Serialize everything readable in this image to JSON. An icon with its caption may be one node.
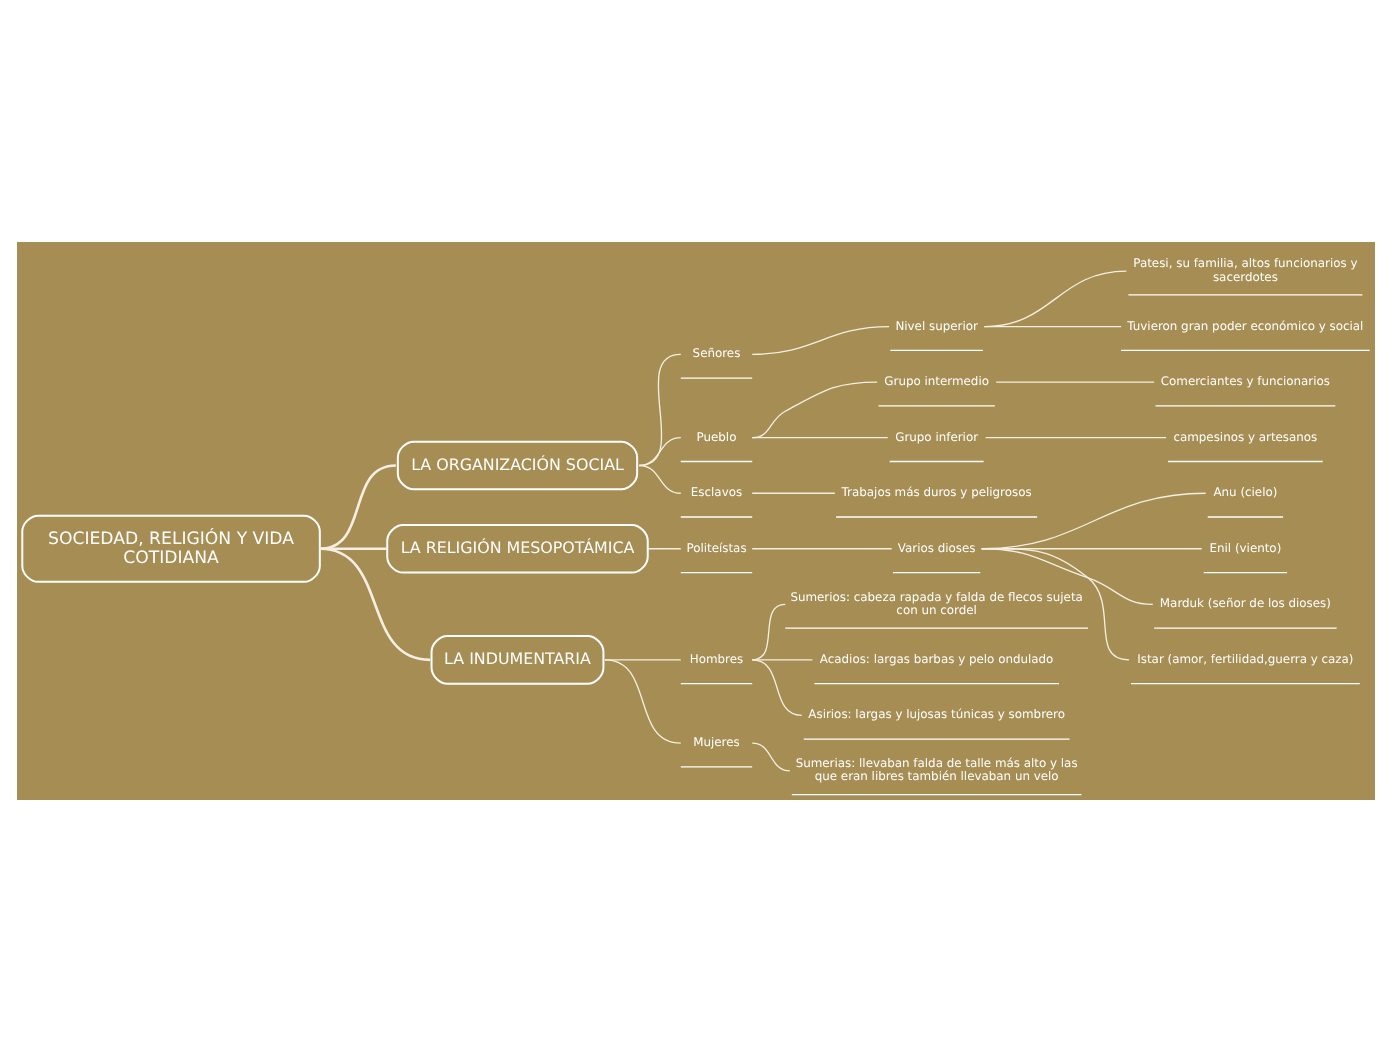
{
  "diagram": {
    "nodes": [
      {
        "text": [
          "SOCIEDAD, RELIGIÓN Y VIDA COTIDIANA"
        ]
      },
      {
        "text": [
          "LA ORGANIZACIÓN SOCIAL"
        ]
      },
      {
        "text": [
          "Señores"
        ]
      },
      {
        "text": [
          "Nivel superior"
        ]
      },
      {
        "text": [
          "Patesi, su familia, altos funcionarios y sacerdotes"
        ]
      },
      {
        "text": [
          "Tuvieron gran poder económico y social"
        ]
      },
      {
        "text": [
          "Pueblo"
        ]
      },
      {
        "text": [
          "Grupo intermedio"
        ]
      },
      {
        "text": [
          "Comerciantes y funcionarios"
        ]
      },
      {
        "text": [
          "Grupo inferior"
        ]
      },
      {
        "text": [
          "campesinos y artesanos"
        ]
      },
      {
        "text": [
          "Esclavos"
        ]
      },
      {
        "text": [
          "Trabajos más duros y peligrosos"
        ]
      },
      {
        "text": [
          "LA RELIGIÓN MESOPOTÁMICA"
        ]
      },
      {
        "text": [
          "Politeístas"
        ]
      },
      {
        "text": [
          "Varios dioses"
        ]
      },
      {
        "text": [
          "Anu (cielo)"
        ]
      },
      {
        "text": [
          "Enil (viento)"
        ]
      },
      {
        "text": [
          "Marduk (señor de los dioses)"
        ]
      },
      {
        "text": [
          "Istar (amor, fertilidad,guerra y caza)"
        ]
      },
      {
        "text": [
          "LA INDUMENTARIA"
        ]
      },
      {
        "text": [
          "Hombres"
        ]
      },
      {
        "text": [
          "Sumerios: cabeza rapada y falda de flecos sujeta con un cordel"
        ]
      },
      {
        "text": [
          "Acadios: largas barbas y pelo ondulado"
        ]
      },
      {
        "text": [
          "Asirios: largas y lujosas túnicas y sombrero"
        ]
      },
      {
        "text": [
          "Mujeres"
        ]
      },
      {
        "text": [
          "Sumerias: llevaban falda de talle más alto y las que eran libres también llevaban un velo"
        ]
      }
    ],
    "edges": [
      {
        "from": 0,
        "to": 1,
        "arrow": "none"
      },
      {
        "from": 1,
        "to": 2,
        "arrow": "none"
      },
      {
        "from": 2,
        "to": 3,
        "arrow": "none"
      },
      {
        "from": 3,
        "to": 4,
        "arrow": "none"
      },
      {
        "from": 3,
        "to": 5,
        "arrow": "none"
      },
      {
        "from": 1,
        "to": 6,
        "arrow": "none"
      },
      {
        "from": 6,
        "to": 7,
        "arrow": "none"
      },
      {
        "from": 7,
        "to": 8,
        "arrow": "none"
      },
      {
        "from": 6,
        "to": 9,
        "arrow": "none"
      },
      {
        "from": 9,
        "to": 10,
        "arrow": "none"
      },
      {
        "from": 1,
        "to": 11,
        "arrow": "none"
      },
      {
        "from": 11,
        "to": 12,
        "arrow": "none"
      },
      {
        "from": 0,
        "to": 13,
        "arrow": "none"
      },
      {
        "from": 13,
        "to": 14,
        "arrow": "none"
      },
      {
        "from": 14,
        "to": 15,
        "arrow": "none"
      },
      {
        "from": 15,
        "to": 16,
        "arrow": "none"
      },
      {
        "from": 15,
        "to": 17,
        "arrow": "none"
      },
      {
        "from": 15,
        "to": 18,
        "arrow": "none"
      },
      {
        "from": 15,
        "to": 19,
        "arrow": "none"
      },
      {
        "from": 0,
        "to": 20,
        "arrow": "none"
      },
      {
        "from": 20,
        "to": 21,
        "arrow": "none"
      },
      {
        "from": 21,
        "to": 22,
        "arrow": "none"
      },
      {
        "from": 21,
        "to": 23,
        "arrow": "none"
      },
      {
        "from": 21,
        "to": 24,
        "arrow": "none"
      },
      {
        "from": 20,
        "to": 25,
        "arrow": "none"
      },
      {
        "from": 25,
        "to": 26,
        "arrow": "none"
      }
    ]
  }
}
